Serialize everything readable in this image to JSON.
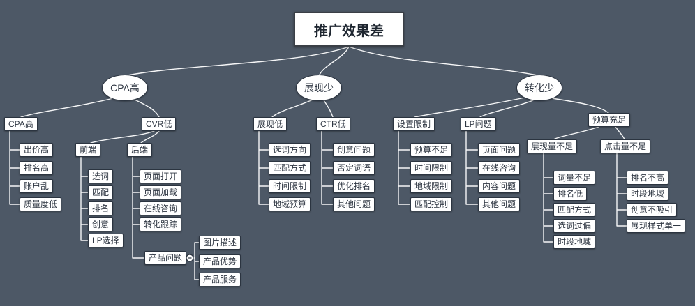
{
  "title": "推广效果差",
  "colors": {
    "background": "#4d5866",
    "node_fill": "#ffffff",
    "node_border": "#2b3440",
    "node_text": "#2e3642",
    "connector_line": "#ffffff"
  },
  "icons": {
    "collapse": "minus-circle-icon"
  },
  "branches": {
    "cpa": {
      "label": "CPA高",
      "cpa_box": {
        "label": "CPA高",
        "items": [
          "出价高",
          "排名高",
          "账户乱",
          "质量度低"
        ]
      },
      "cvr_box": {
        "label": "CVR低",
        "front": {
          "label": "前端",
          "items": [
            "选词",
            "匹配",
            "排名",
            "创意",
            "LP选择"
          ]
        },
        "back": {
          "label": "后端",
          "items": [
            "页面打开",
            "页面加载",
            "在线咨询",
            "转化跟踪"
          ],
          "product": {
            "label": "产品问题",
            "items": [
              "图片描述",
              "产品优势",
              "产品服务"
            ]
          }
        }
      }
    },
    "impressions": {
      "label": "展现少",
      "impression_low": {
        "label": "展现低",
        "items": [
          "选词方向",
          "匹配方式",
          "时间限制",
          "地域预算"
        ]
      },
      "ctr_low": {
        "label": "CTR低",
        "items": [
          "创意问题",
          "否定词语",
          "优化排名",
          "其他问题"
        ]
      }
    },
    "conversions": {
      "label": "转化少",
      "settings_limit": {
        "label": "设置限制",
        "items": [
          "预算不足",
          "时间限制",
          "地域限制",
          "匹配控制"
        ]
      },
      "lp_issue": {
        "label": "LP问题",
        "items": [
          "页面问题",
          "在线咨询",
          "内容问题",
          "其他问题"
        ]
      },
      "budget_enough": {
        "label": "预算充足",
        "impression_insufficient": {
          "label": "展现量不足",
          "items": [
            "词量不足",
            "排名低",
            "匹配方式",
            "选词过偏",
            "时段地域"
          ]
        },
        "clicks_insufficient": {
          "label": "点击量不足",
          "items": [
            "排名不高",
            "时段地域",
            "创意不吸引",
            "展现样式单一"
          ]
        }
      }
    }
  }
}
